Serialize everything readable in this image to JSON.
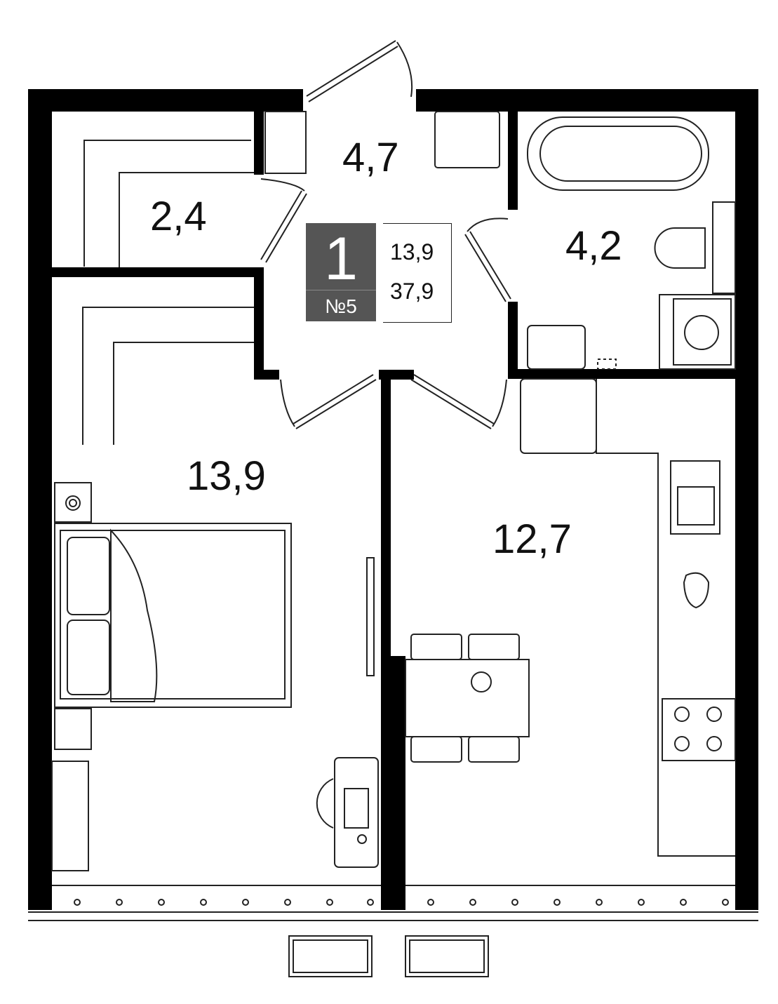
{
  "rooms": {
    "hall": "4,7",
    "wardrobe": "2,4",
    "bathroom": "4,2",
    "bedroom": "13,9",
    "kitchen": "12,7"
  },
  "summary": {
    "room_count": "1",
    "apartment_number": "№5",
    "living_area": "13,9",
    "total_area": "37,9"
  },
  "colors": {
    "wall": "#000000",
    "badge": "#555555",
    "line": "#222222"
  }
}
